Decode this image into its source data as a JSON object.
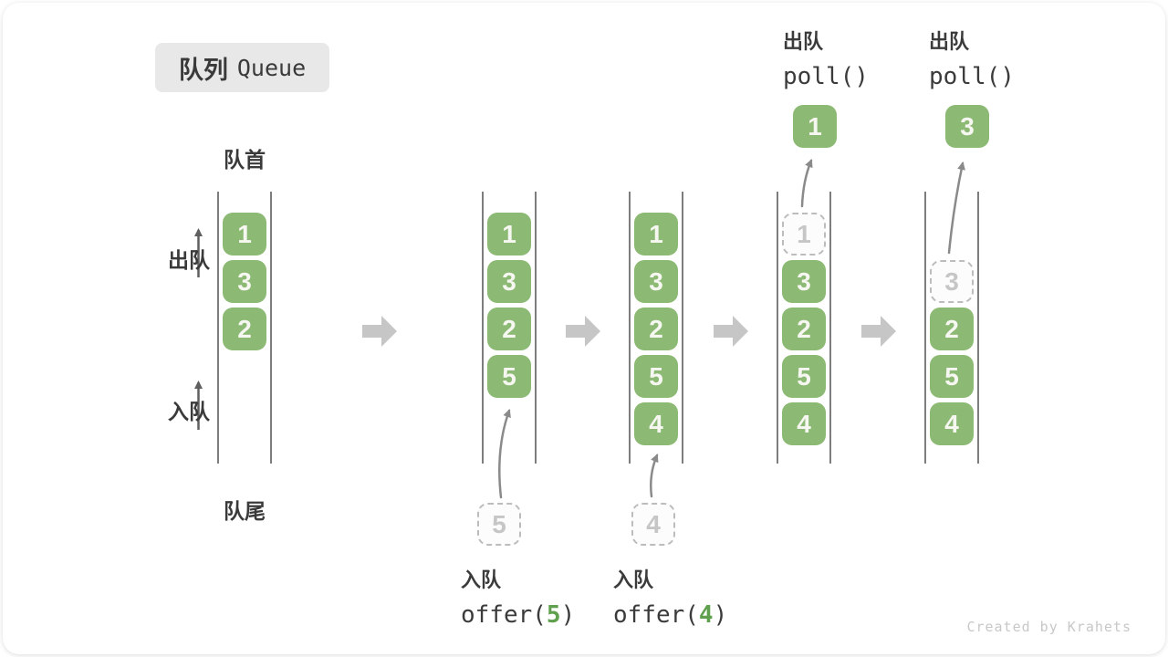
{
  "title": {
    "zh": "队列",
    "en": "Queue"
  },
  "side_labels": {
    "front": "队首",
    "rear": "队尾",
    "dequeue": "出队",
    "enqueue": "入队"
  },
  "colors": {
    "cell_green": "#8CBA74",
    "code_arg_green": "#5fa04e",
    "ghost_gray": "#c6c6c6",
    "flow_arrow_gray": "#c6c6c6",
    "connector_gray": "#8a8a8a"
  },
  "queues": [
    {
      "slots": [
        "1",
        "3",
        "2"
      ]
    },
    {
      "slots": [
        "1",
        "3",
        "2",
        "5"
      ],
      "incoming": "5"
    },
    {
      "slots": [
        "1",
        "3",
        "2",
        "5",
        "4"
      ],
      "incoming": "4"
    },
    {
      "ghost": "1",
      "slots": [
        "3",
        "2",
        "5",
        "4"
      ],
      "outgoing": "1"
    },
    {
      "ghost": "3",
      "slots": [
        "2",
        "5",
        "4"
      ],
      "outgoing": "3"
    }
  ],
  "operations": {
    "enqueue5": {
      "zh": "入队",
      "pre": "offer(",
      "arg": "5",
      "post": ")"
    },
    "enqueue4": {
      "zh": "入队",
      "pre": "offer(",
      "arg": "4",
      "post": ")"
    },
    "poll_a": {
      "zh": "出队",
      "code": "poll()"
    },
    "poll_b": {
      "zh": "出队",
      "code": "poll()"
    }
  },
  "watermark": "Created by Krahets"
}
